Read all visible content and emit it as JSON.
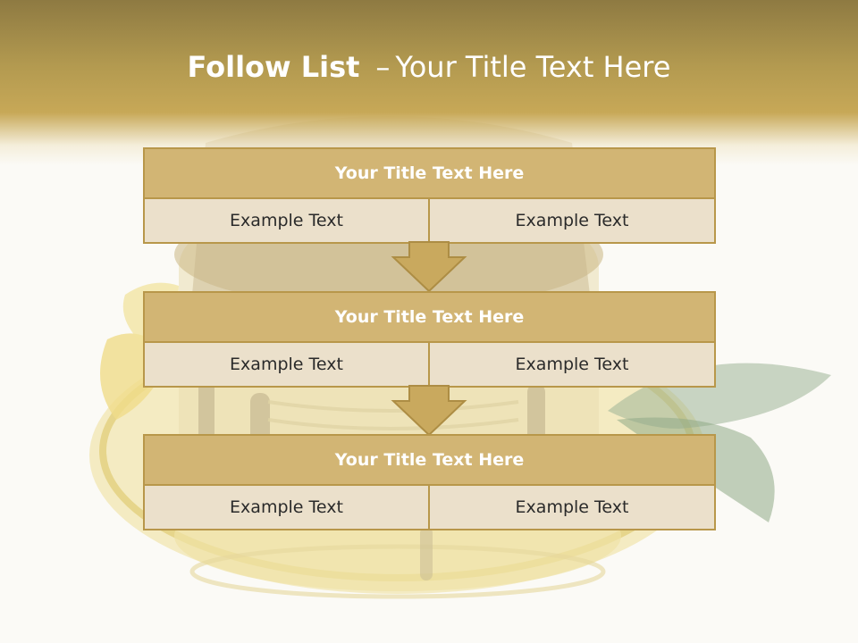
{
  "title": {
    "bold": "Follow List",
    "separator": "–",
    "rest": "Your Title Text Here"
  },
  "blocks": [
    {
      "title": "Your Title Text Here",
      "left": "Example Text",
      "right": "Example Text"
    },
    {
      "title": "Your Title Text Here",
      "left": "Example Text",
      "right": "Example Text"
    },
    {
      "title": "Your Title Text Here",
      "left": "Example Text",
      "right": "Example Text"
    }
  ],
  "colors": {
    "header": "#c7a857",
    "block_head": "#d2b574",
    "block_cell": "#ebe0cb",
    "border": "#b8974a",
    "arrow": "#c9a95e"
  }
}
